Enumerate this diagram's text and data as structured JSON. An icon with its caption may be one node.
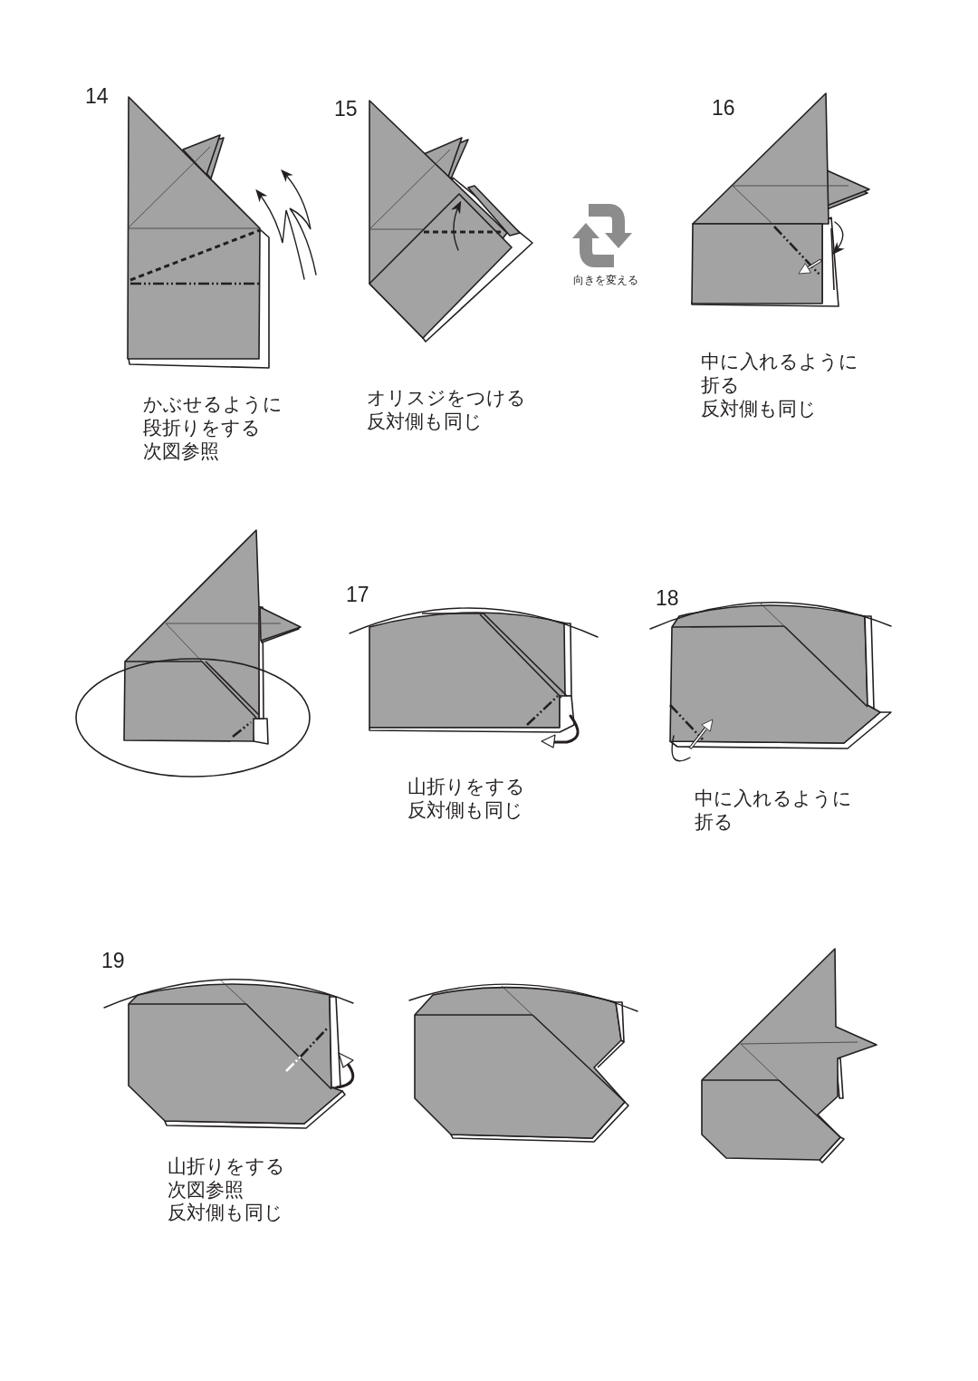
{
  "diagram": {
    "labels": [
      "14",
      "15",
      "16",
      "向きを変える",
      "かぶせるように段折りをする",
      "次図参照",
      "オリスジをつける",
      "反対側も同じ",
      "中に入れるように折る",
      "反対側も同じ",
      "17",
      "18",
      "山折りをする",
      "反対側も同じ",
      "中に入れるように折る",
      "19",
      "山折りをする",
      "次図参照",
      "反対側も同じ"
    ]
  }
}
